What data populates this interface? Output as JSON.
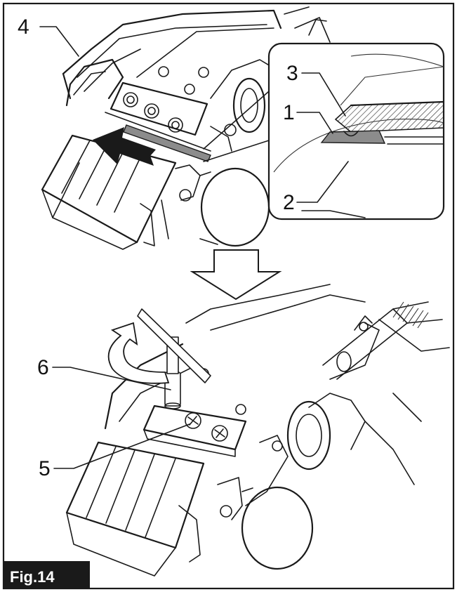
{
  "figure": {
    "label": "Fig.14",
    "callouts": [
      "1",
      "2",
      "3",
      "4",
      "5",
      "6"
    ]
  },
  "colors": {
    "frame": "#1a1a1a",
    "tag_background": "#1a1a1a",
    "tag_text": "#ffffff",
    "blade": "#8c8c8c",
    "hatch": "#444444"
  },
  "icons": {
    "push_arrow": "right-to-left-arrow",
    "down_arrow": "hollow-down-arrow",
    "turn_arrow": "curved-rotation-arrow"
  }
}
